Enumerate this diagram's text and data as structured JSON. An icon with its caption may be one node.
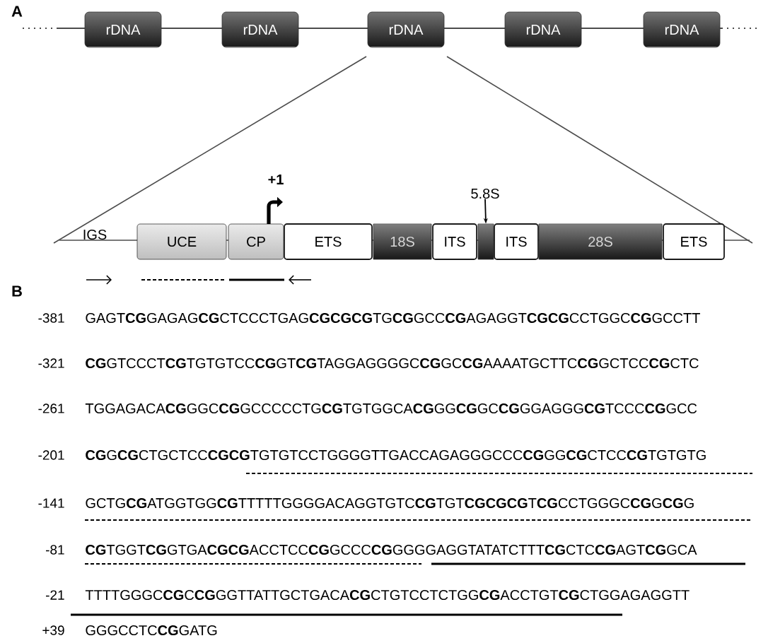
{
  "diagram": {
    "nodes": [
      {
        "text": [
          "rDNA"
        ]
      },
      {
        "text": [
          "rDNA"
        ]
      },
      {
        "text": [
          "rDNA"
        ]
      },
      {
        "text": [
          "rDNA"
        ]
      },
      {
        "text": [
          "rDNA"
        ]
      },
      {
        "text": [
          "UCE"
        ]
      },
      {
        "text": [
          "CP"
        ]
      },
      {
        "text": [
          "ETS"
        ]
      },
      {
        "text": [
          "18S"
        ]
      },
      {
        "text": [
          "ITS"
        ]
      },
      {
        "text": [],
        "shape": "box"
      },
      {
        "text": [
          "ITS"
        ]
      },
      {
        "text": [
          "28S"
        ]
      },
      {
        "text": [
          "ETS"
        ]
      },
      {
        "text": [
          "5.8S"
        ]
      }
    ],
    "edges": [
      {
        "from": 14,
        "to": 10,
        "arrow": "to"
      }
    ],
    "labels": [
      "A",
      "+1",
      "IGS",
      "B",
      "-381",
      "GAGT**CG**GAGAG**CG**CTCCCTGAG**CGCGCG**TG**CG**GCC**CG**AGAGGT**CGCG**CCTGGC**CG**GCCTT",
      "-321",
      "**CG**GTCCCT**CG**TGTGTCC**CG**GT**CG**TAGGAGGGGC**CG**GC**CG**AAAATGCTTC**CG**GCTCC**CG**CTC",
      "-261",
      "TGGAGACA**CG**GGC**CG**GCCCCCTG**CG**TGTGGCA**CG**GG**CG**GC**CG**GGAGGG**CG**TCCC**CG**GCC",
      "-201",
      "**CG**G**CG**CTGCTCC**CGCG**TGTGTCCTGGGGTTGACCAGAGGGCCC**CG**GG**CG**CTCC**CG**TGTGTG",
      "-141",
      "GCTG**CG**ATGGTGG**CG**TTTTTGGGGACAGGTGTC**CG**TGT**CGCGCG**T**CG**CCTGGGC**CG**G**CG**G",
      "-81",
      "**CG**TGGT**CG**GTGA**CGCG**ACCTCC**CG**GCCC**CG**GGGGAGGTATATCTTT**CG**CTC**CG**AGT**CG**GCA",
      "-21",
      "TTTTGGGC**CG**C**CG**GGTTATTGCTGACA**CG**CTGTCCTCTGG**CG**ACCTGT**CG**CTGGAGAGGTT",
      "+39",
      "GGGCCTC**CG**GATG"
    ]
  }
}
